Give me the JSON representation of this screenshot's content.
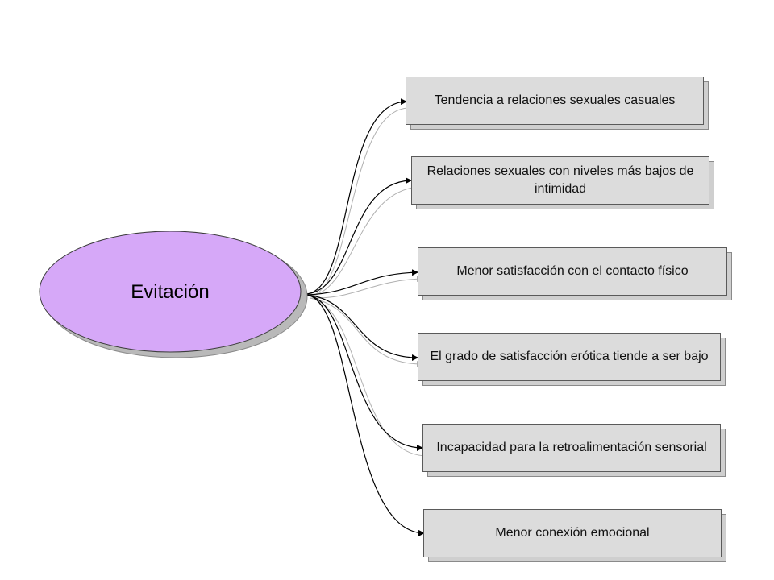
{
  "center": {
    "label": "Evitación",
    "fill": "#D6A8F8"
  },
  "items": [
    {
      "label": "Tendencia a relaciones sexuales casuales"
    },
    {
      "label": "Relaciones sexuales con niveles más bajos de intimidad"
    },
    {
      "label": "Menor satisfacción con el contacto físico"
    },
    {
      "label": "El grado de satisfacción erótica tiende a ser bajo"
    },
    {
      "label": "Incapacidad para la retroalimentación sensorial"
    },
    {
      "label": "Menor conexión emocional"
    }
  ],
  "colors": {
    "box_fill": "#DCDCDC",
    "connector": "#000000",
    "connector_shadow": "#B0B0B0"
  }
}
